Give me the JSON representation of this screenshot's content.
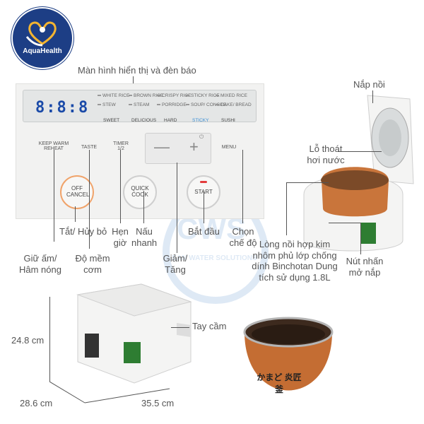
{
  "brand": {
    "name": "AquaHealth"
  },
  "watermark": {
    "letters": "CWS",
    "text": "CLEAN WATER SOLUTIONS"
  },
  "panel": {
    "title": "Màn hình hiển thị và đèn báo",
    "display_digits": "8:8:8",
    "menu_columns": [
      {
        "top": "WHITE RICE",
        "bottom": "STEW"
      },
      {
        "top": "BROWN RICE",
        "bottom": "STEAM"
      },
      {
        "top": "CRISPY RICE",
        "bottom": "PORRIDGE"
      },
      {
        "top": "STICKY RICE",
        "bottom": "SOUP/ CONGEE"
      },
      {
        "top": "MIXED RICE",
        "bottom": "CAKE/ BREAD"
      }
    ],
    "modes": [
      "SWEET",
      "DELICIOUS",
      "HARD",
      "STICKY",
      "SUSHI"
    ],
    "buttons": {
      "keep_warm": "KEEP WARM REHEAT",
      "taste": "TASTE",
      "timer": "TIMER 1/2",
      "minus": "—",
      "plus": "+",
      "menu": "MENU",
      "off": "OFF CANCEL",
      "quick": "QUICK COOK",
      "start": "START"
    }
  },
  "callouts": {
    "off": "Tắt/ Hủy bỏ",
    "timer": "Hẹn giờ",
    "quick": "Nấu nhanh",
    "start": "Bắt đầu",
    "menu": "Chọn chế độ",
    "keep_warm": "Giữ ấm/ Hâm nóng",
    "taste": "Độ mềm cơm",
    "adjust": "Giảm/ Tăng",
    "lid": "Nắp nồi",
    "vent": "Lỗ thoát hơi nước",
    "inner_pot": "Lòng nồi hợp kim nhôm phủ lớp chống dính Binchotan Dung tích sử dụng 1.8L",
    "release": "Nút nhấn mở nắp",
    "handle": "Tay cầm"
  },
  "dimensions": {
    "height": "24.8 cm",
    "depth": "28.6 cm",
    "width": "35.5 cm"
  },
  "pot_print": "かまど 炎匠釜"
}
